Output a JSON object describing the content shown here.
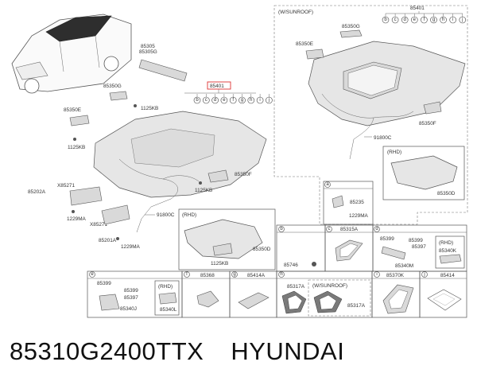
{
  "labels": {
    "sunroof_title": "(W/SUNROOF)",
    "rhd": "(RHD)",
    "p85401_right": "85401",
    "p85401_left": "85401",
    "p85305": "85305",
    "p85305g": "85305G",
    "p85350g_a": "85350G",
    "p85350g_b": "85350G",
    "p85350e_a": "85350E",
    "p85350e_b": "85350E",
    "p1125kb_a": "1125KB",
    "p1125kb_b": "1125KB",
    "p1125kb_c": "1125KB",
    "p1125kb_d": "1125KB",
    "p85350f_a": "85350F",
    "p85350f_b": "85350F",
    "p91800c_a": "91800C",
    "p91800c_b": "91800C",
    "p85350d_a": "85350D",
    "p85350d_b": "85350D",
    "p85271_a": "X85271",
    "p85271_b": "X85271",
    "p85202a": "85202A",
    "p85201a": "85201A",
    "p1229ma_a": "1229MA",
    "p1229ma_b": "1229MA",
    "p1229ma_c": "1229MA"
  },
  "letters_right": [
    "b",
    "c",
    "d",
    "e",
    "f",
    "g",
    "h",
    "i",
    "j"
  ],
  "letters_left": [
    "b",
    "c",
    "d",
    "e",
    "f",
    "g",
    "h",
    "i",
    "j"
  ],
  "callouts": [
    "a",
    "b",
    "c",
    "d",
    "e",
    "f",
    "g",
    "h",
    "i",
    "j"
  ],
  "panels": {
    "a": {
      "letter": "a",
      "p1": "85235",
      "p2": "1229MA"
    },
    "b": {
      "letter": "b",
      "p1": "85746"
    },
    "c": {
      "letter": "c",
      "p1": "85315A"
    },
    "d": {
      "letter": "d",
      "p1": "85399",
      "p2": "85399",
      "p3": "85397",
      "p4": "85340M",
      "rhd": "(RHD)",
      "p5": "85340K"
    },
    "e": {
      "letter": "e",
      "p1": "85399",
      "p2": "85399",
      "p3": "85397",
      "p4": "85340J",
      "rhd": "(RHD)",
      "p5": "85340L"
    },
    "f": {
      "letter": "f",
      "p1": "85368"
    },
    "g": {
      "letter": "g",
      "p1": "85414A"
    },
    "h": {
      "letter": "h",
      "p1": "85317A",
      "sunroof": "(W/SUNROOF)",
      "p2": "85317A"
    },
    "i": {
      "letter": "i",
      "p1": "85370K"
    },
    "j": {
      "letter": "j",
      "p1": "85414"
    }
  },
  "footer": {
    "part_number": "85310G2400TTX",
    "brand": "HYUNDAI"
  }
}
